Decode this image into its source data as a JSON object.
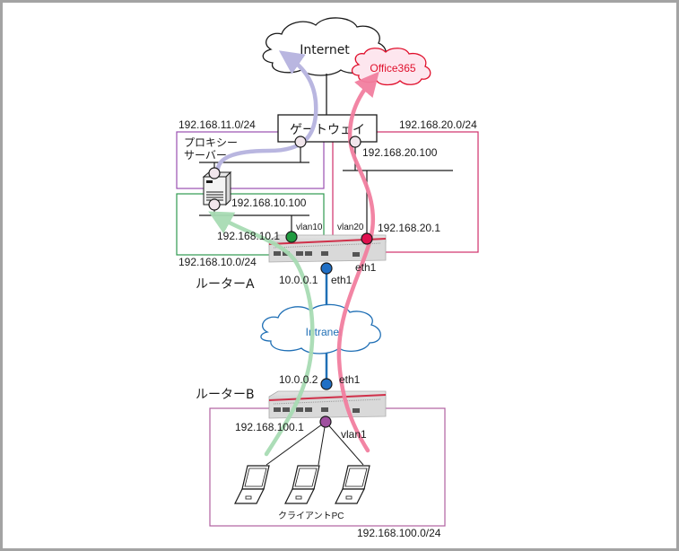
{
  "clouds": {
    "internet": "Internet",
    "office365": "Office365",
    "intranet": "Intranet"
  },
  "gateway": {
    "label": "ゲートウェイ",
    "ip_lan20": "192.168.20.100"
  },
  "proxy": {
    "label_line1": "プロキシー",
    "label_line2": "サーバー",
    "ip": "192.168.10.100"
  },
  "networks": {
    "net11": "192.168.11.0/24",
    "net20": "192.168.20.0/24",
    "net10": "192.168.10.0/24",
    "net100": "192.168.100.0/24"
  },
  "routerA": {
    "name": "ルーターA",
    "vlan10_label": "vlan10",
    "vlan10_ip": "192.168.10.1",
    "vlan20_label": "vlan20",
    "vlan20_ip": "192.168.20.1",
    "eth1_ip": "10.0.0.1",
    "eth1_label": "eth1",
    "eth1_port_label": "eth1"
  },
  "routerB": {
    "name": "ルーターB",
    "eth1_ip": "10.0.0.2",
    "eth1_label": "eth1",
    "vlan1_ip": "192.168.100.1",
    "vlan1_label": "vlan1"
  },
  "clients": {
    "label": "クライアントPC",
    "count": 3
  },
  "colors": {
    "purple_net": "#9a4fb0",
    "green_net": "#2f9a4f",
    "pink_net": "#d0306a",
    "client_net": "#b060a0",
    "proxy_flow": "#b9b6e0",
    "direct_flow": "#f07a9c",
    "green_flow": "#a8dcb4",
    "intranet_blue": "#1f6fb5",
    "office_red": "#e0102c",
    "office_fill": "#fde6ee"
  }
}
